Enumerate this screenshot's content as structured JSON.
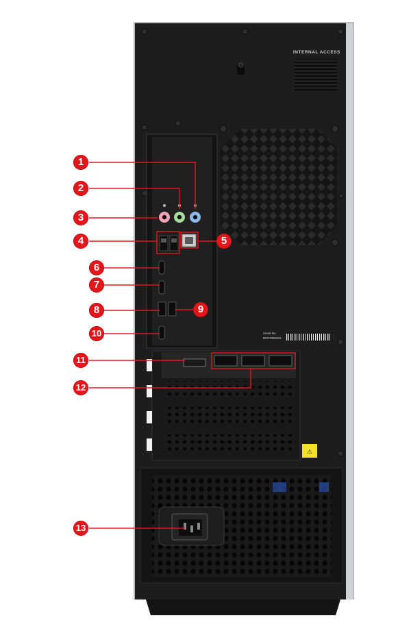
{
  "product": {
    "internal_access_label": "INTERNAL ACCESS",
    "serial_label": "Serial No.",
    "serial_value": "BCD23660XL",
    "accent": "#e3171b",
    "case_color": "#1c1c1c",
    "side_panel_color": "#b7b9bc"
  },
  "callouts": [
    {
      "id": "1",
      "number": "1"
    },
    {
      "id": "2",
      "number": "2"
    },
    {
      "id": "3",
      "number": "3"
    },
    {
      "id": "4",
      "number": "4"
    },
    {
      "id": "5",
      "number": "5"
    },
    {
      "id": "6",
      "number": "6"
    },
    {
      "id": "7",
      "number": "7"
    },
    {
      "id": "8",
      "number": "8"
    },
    {
      "id": "9",
      "number": "9"
    },
    {
      "id": "10",
      "number": "10"
    },
    {
      "id": "11",
      "number": "11"
    },
    {
      "id": "12",
      "number": "12"
    },
    {
      "id": "13",
      "number": "13"
    }
  ]
}
